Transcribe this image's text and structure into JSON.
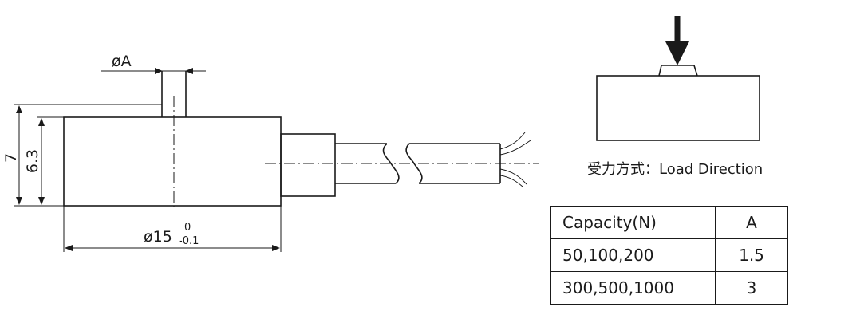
{
  "diagram": {
    "dim_hole": "øA",
    "dim_height_total": "7",
    "dim_height_body": "6.3",
    "dim_diameter": "ø15",
    "tol_upper": "0",
    "tol_lower": "-0.1",
    "load_caption": "受力方式：Load Direction"
  },
  "table": {
    "headers": [
      "Capacity(N)",
      "A"
    ],
    "rows": [
      [
        "50,100,200",
        "1.5"
      ],
      [
        "300,500,1000",
        "3"
      ]
    ]
  }
}
